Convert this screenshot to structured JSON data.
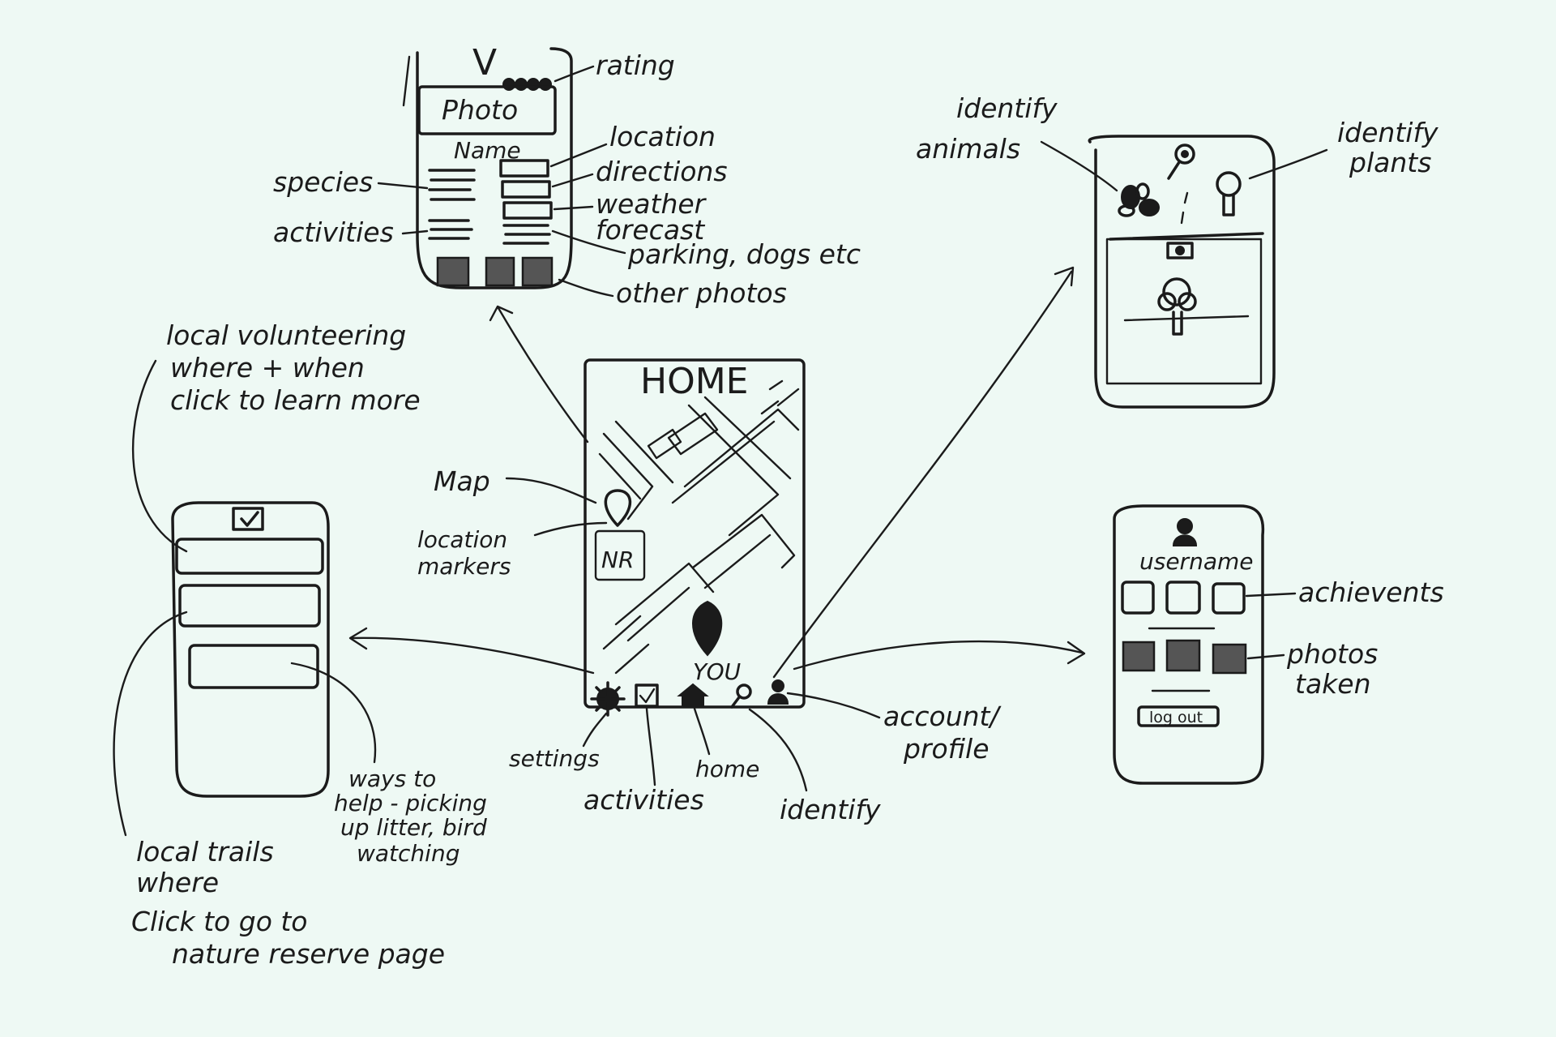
{
  "home": {
    "title": "HOME",
    "marker_nr": "NR",
    "you": "YOU"
  },
  "labels": {
    "map": "Map",
    "location_markers_1": "location",
    "location_markers_2": "markers",
    "settings": "settings",
    "activities": "activities",
    "home": "home",
    "identify": "identify",
    "account_profile_1": "account/",
    "account_profile_2": "profile"
  },
  "reserve_page": {
    "header": "V",
    "photo": "Photo",
    "name": "Name",
    "rating": "rating",
    "location": "location",
    "directions": "directions",
    "weather_1": "weather",
    "weather_2": "forecast",
    "parking": "parking, dogs etc",
    "other_photos": "other photos",
    "species": "species",
    "activities": "activities"
  },
  "identify_page": {
    "animals_1": "identify",
    "animals_2": "animals",
    "plants_1": "identify",
    "plants_2": "plants"
  },
  "profile_page": {
    "username": "username",
    "achievements": "achievents",
    "photos_1": "photos",
    "photos_2": "taken",
    "logout": "log out"
  },
  "activities_page": {
    "volunteering_1": "local volunteering",
    "volunteering_2": "where + when",
    "volunteering_3": "click to learn more",
    "ways_1": "ways to",
    "ways_2": "help - picking",
    "ways_3": "up litter, bird",
    "ways_4": "watching",
    "trails_1": "local trails",
    "trails_2": "where",
    "trails_3": "Click to go to",
    "trails_4": "nature reserve page"
  }
}
